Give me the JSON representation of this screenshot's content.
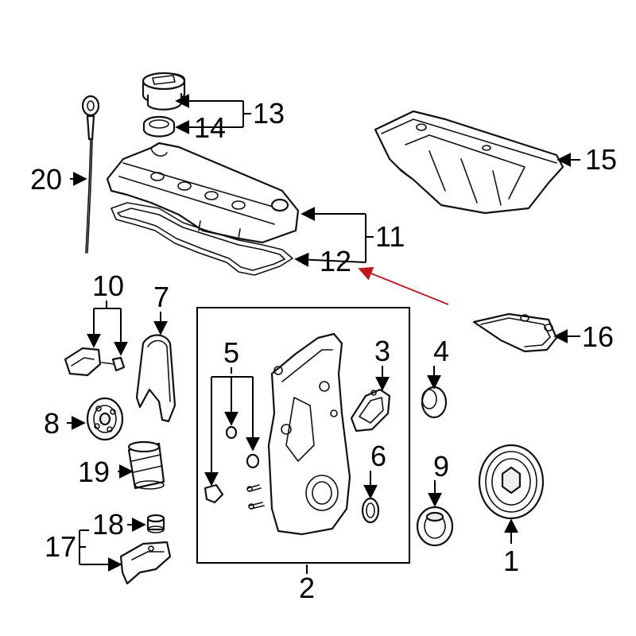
{
  "callouts": {
    "c1": "1",
    "c2": "2",
    "c3": "3",
    "c4": "4",
    "c5": "5",
    "c6": "6",
    "c7": "7",
    "c8": "8",
    "c9": "9",
    "c10": "10",
    "c11": "11",
    "c12": "12",
    "c13": "13",
    "c14": "14",
    "c15": "15",
    "c16": "16",
    "c17": "17",
    "c18": "18",
    "c19": "19",
    "c20": "20"
  },
  "colors": {
    "line": "#000000",
    "highlight_arrow": "#c0151b"
  }
}
